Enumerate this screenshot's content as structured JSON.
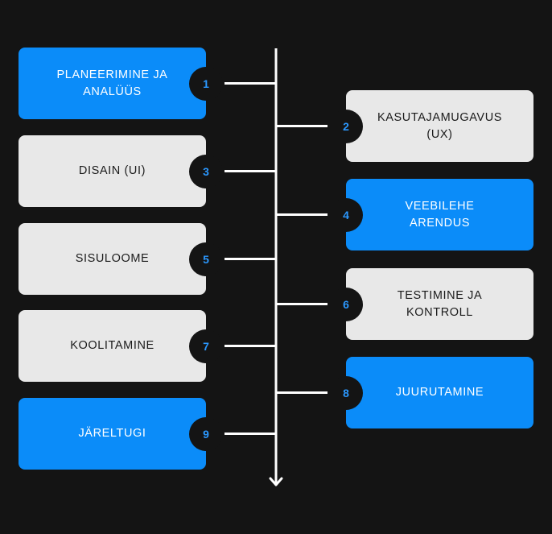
{
  "diagram": {
    "steps": [
      {
        "number": "1",
        "label": "PLANEERIMINE JA\nANALÜÜS",
        "side": "left",
        "color": "blue"
      },
      {
        "number": "2",
        "label": "KASUTAJAMUGAVUS\n(UX)",
        "side": "right",
        "color": "light"
      },
      {
        "number": "3",
        "label": "DISAIN (UI)",
        "side": "left",
        "color": "light"
      },
      {
        "number": "4",
        "label": "VEEBILEHE\nARENDUS",
        "side": "right",
        "color": "blue"
      },
      {
        "number": "5",
        "label": "SISULOOME",
        "side": "left",
        "color": "light"
      },
      {
        "number": "6",
        "label": "TESTIMINE JA\nKONTROLL",
        "side": "right",
        "color": "light"
      },
      {
        "number": "7",
        "label": "KOOLITAMINE",
        "side": "left",
        "color": "light"
      },
      {
        "number": "8",
        "label": "JUURUTAMINE",
        "side": "right",
        "color": "blue"
      },
      {
        "number": "9",
        "label": "JÄRELTUGI",
        "side": "left",
        "color": "blue"
      }
    ],
    "colors": {
      "background": "#141414",
      "accent_blue": "#0b8cf9",
      "card_light": "#e8e8e8",
      "number_blue": "#2b98ff",
      "line": "#ffffff"
    }
  }
}
